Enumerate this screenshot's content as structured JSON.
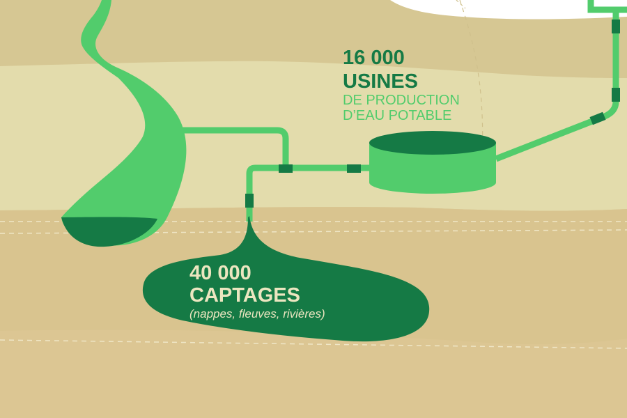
{
  "colors": {
    "sky": "#ffffff",
    "hill_back": "#d6c793",
    "plain": "#e3dcac",
    "ground_light": "#dcc898",
    "ground_mid": "#d9c48f",
    "ground_bottom": "#dcc693",
    "water_light": "#52cc6c",
    "water_dark": "#157a45",
    "dashed_line": "#efe6c6",
    "text_dark_green": "#157a45",
    "text_light_green": "#52cc6c",
    "text_cream": "#ece6c0"
  },
  "usines": {
    "number": "16 000",
    "label": "USINES",
    "sub_line1": "DE PRODUCTION",
    "sub_line2": "D’EAU POTABLE"
  },
  "captages": {
    "number": "40 000",
    "label": "CAPTAGES",
    "note": "(nappes, fleuves, rivières)"
  }
}
